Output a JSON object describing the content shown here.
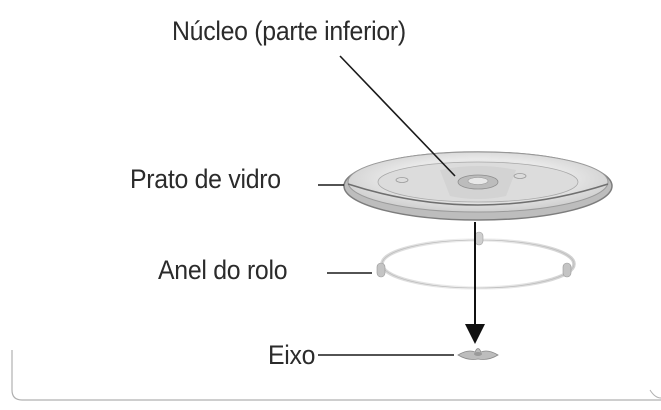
{
  "labels": {
    "core": "Núcleo (parte inferior)",
    "glass_plate": "Prato de vidro",
    "roller_ring": "Anel do rolo",
    "shaft": "Eixo"
  },
  "colors": {
    "text": "#2b2b2b",
    "line": "#1a1a1a",
    "plate_rim": "#8c8c8c",
    "plate_fill": "#e3e3e3",
    "ring": "#c8c8c8",
    "frame": "#b0b0b0"
  }
}
